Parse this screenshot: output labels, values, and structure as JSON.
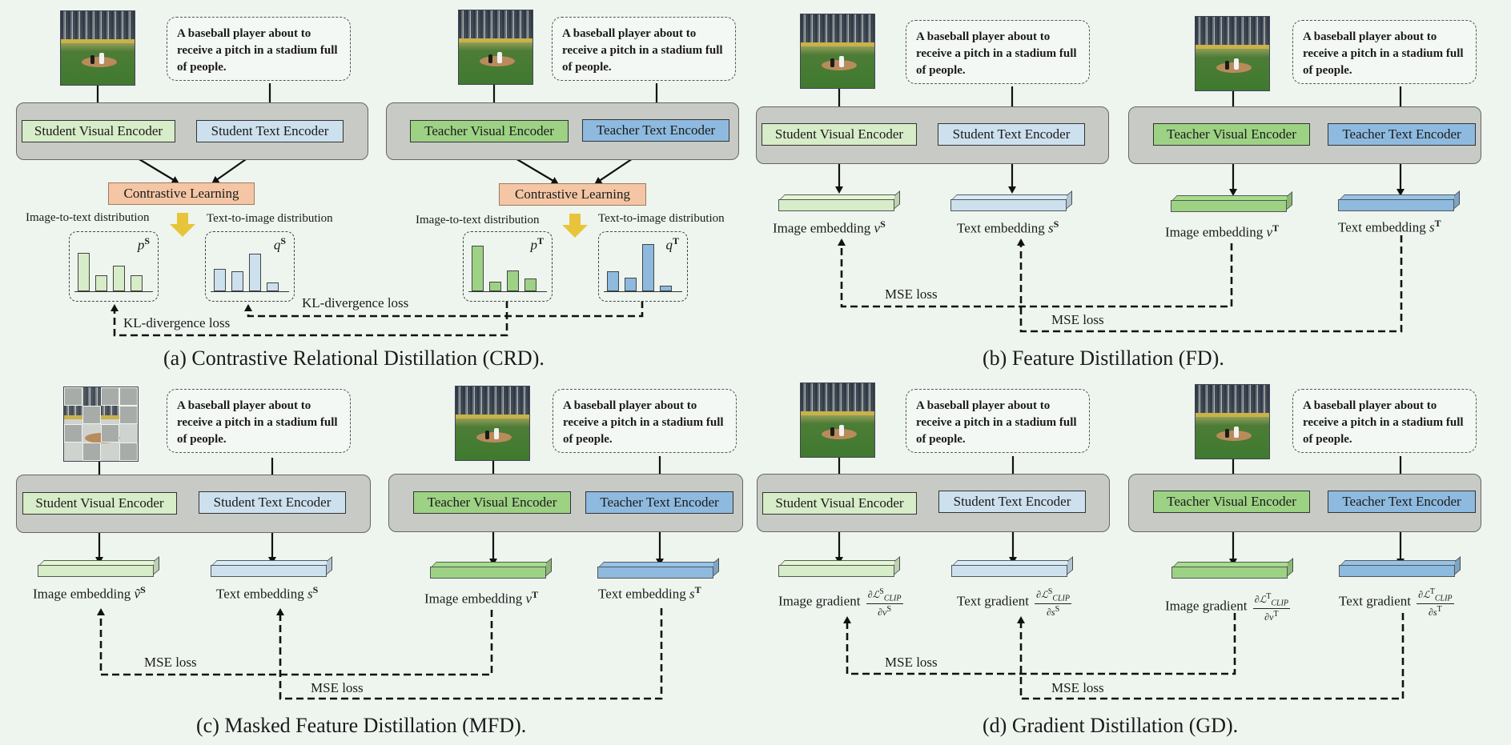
{
  "caption_text": "A baseball player about to receive a pitch in a stadium full of people.",
  "encoders": {
    "student_visual": "Student Visual Encoder",
    "student_text": "Student Text Encoder",
    "teacher_visual": "Teacher Visual Encoder",
    "teacher_text": "Teacher Text Encoder"
  },
  "crd": {
    "contrastive": "Contrastive Learning",
    "i2t": "Image-to-text distribution",
    "t2i": "Text-to-image distribution",
    "p_s": "p",
    "p_s_sup": "S",
    "q_s": "q",
    "q_s_sup": "S",
    "p_t": "p",
    "p_t_sup": "T",
    "q_t": "q",
    "q_t_sup": "T",
    "kl1": "KL-divergence loss",
    "kl2": "KL-divergence loss",
    "caption": "(a) Contrastive Relational Distillation (CRD).",
    "p_s_bars": [
      0.78,
      0.32,
      0.52,
      0.32
    ],
    "q_s_bars": [
      0.45,
      0.4,
      0.75,
      0.17
    ],
    "p_t_bars": [
      0.92,
      0.2,
      0.42,
      0.25
    ],
    "q_t_bars": [
      0.4,
      0.28,
      0.95,
      0.12
    ]
  },
  "fd": {
    "img_emb_s": "Image embedding",
    "img_emb_s_sym": "v",
    "img_emb_s_sup": "S",
    "txt_emb_s": "Text embedding",
    "txt_emb_s_sym": "s",
    "txt_emb_s_sup": "S",
    "img_emb_t": "Image embedding",
    "img_emb_t_sym": "v",
    "img_emb_t_sup": "T",
    "txt_emb_t": "Text embedding",
    "txt_emb_t_sym": "s",
    "txt_emb_t_sup": "T",
    "mse1": "MSE loss",
    "mse2": "MSE loss",
    "caption": "(b) Feature Distillation (FD)."
  },
  "mfd": {
    "img_emb_s": "Image embedding",
    "img_emb_s_sym": "ṽ",
    "img_emb_s_sup": "S",
    "txt_emb_s": "Text embedding",
    "txt_emb_s_sym": "s",
    "txt_emb_s_sup": "S",
    "img_emb_t": "Image embedding",
    "img_emb_t_sym": "v",
    "img_emb_t_sup": "T",
    "txt_emb_t": "Text embedding",
    "txt_emb_t_sym": "s",
    "txt_emb_t_sup": "T",
    "mse1": "MSE loss",
    "mse2": "MSE loss",
    "caption": "(c) Masked Feature Distillation (MFD)."
  },
  "gd": {
    "img_grad_s": "Image gradient",
    "img_grad_s_num": "∂ℒ",
    "img_grad_s_num_sup": "S",
    "img_grad_s_num_sub": "CLIP",
    "img_grad_s_den": "∂v",
    "img_grad_s_den_sup": "S",
    "txt_grad_s": "Text gradient",
    "txt_grad_s_num": "∂ℒ",
    "txt_grad_s_num_sup": "S",
    "txt_grad_s_num_sub": "CLIP",
    "txt_grad_s_den": "∂s",
    "txt_grad_s_den_sup": "S",
    "img_grad_t": "Image gradient",
    "img_grad_t_num": "∂ℒ",
    "img_grad_t_num_sup": "T",
    "img_grad_t_num_sub": "CLIP",
    "img_grad_t_den": "∂v",
    "img_grad_t_den_sup": "T",
    "txt_grad_t": "Text gradient",
    "txt_grad_t_num": "∂ℒ",
    "txt_grad_t_num_sup": "T",
    "txt_grad_t_num_sub": "CLIP",
    "txt_grad_t_den": "∂s",
    "txt_grad_t_den_sup": "T",
    "mse1": "MSE loss",
    "mse2": "MSE loss",
    "caption": "(d) Gradient Distillation (GD)."
  },
  "colors": {
    "background": "#eef5ef",
    "student_visual": "#d7ecc8",
    "student_text": "#cde0ee",
    "teacher_visual": "#9dd285",
    "teacher_text": "#8ebadf",
    "contrastive": "#f4c6a5",
    "panel": "#c8cac5",
    "arrow_yellow": "#e8c43a"
  }
}
